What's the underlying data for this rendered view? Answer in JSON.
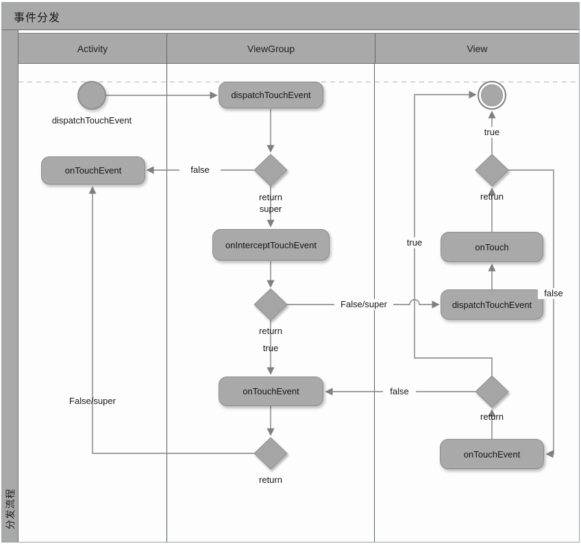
{
  "title": "事件分发",
  "sidebar": {
    "label": "分发流程"
  },
  "lanes": {
    "activity": "Activity",
    "viewgroup": "ViewGroup",
    "view": "View"
  },
  "nodes": {
    "activity_start_label": "dispatchTouchEvent",
    "activity_ontouchevent": "onTouchEvent",
    "viewgroup_dispatchtouchevent": "dispatchTouchEvent",
    "viewgroup_onintercepttouchevent": "onInterceptTouchEvent",
    "viewgroup_ontouchevent": "onTouchEvent",
    "view_ontouch": "onTouch",
    "view_dispatchtouchevent": "dispatchTouchEvent",
    "view_ontouchevent": "onTouchEvent"
  },
  "edge_labels": {
    "false_to_activity_ontouch": "false",
    "return_super_line1": "return",
    "return_super_line2": "super",
    "false_super_to_view": "False/super",
    "return_mid": "return",
    "true_mid": "true",
    "return_bottom": "return",
    "false_super_to_activity": "False/super",
    "true_to_end": "true",
    "retrun_typo": "retrun",
    "true_vertical": "true",
    "false_vertical": "false",
    "false_to_viewgroup_ontouch": "false",
    "return_view": "return"
  },
  "colors": {
    "header_fill": "#a9a9a9",
    "node_fill": "#a9a9a9",
    "node_border": "#8b8b8b",
    "lane_line": "#565d67",
    "arrow": "#7f7f7f",
    "text": "#161616",
    "background": "#fdfdfd"
  }
}
